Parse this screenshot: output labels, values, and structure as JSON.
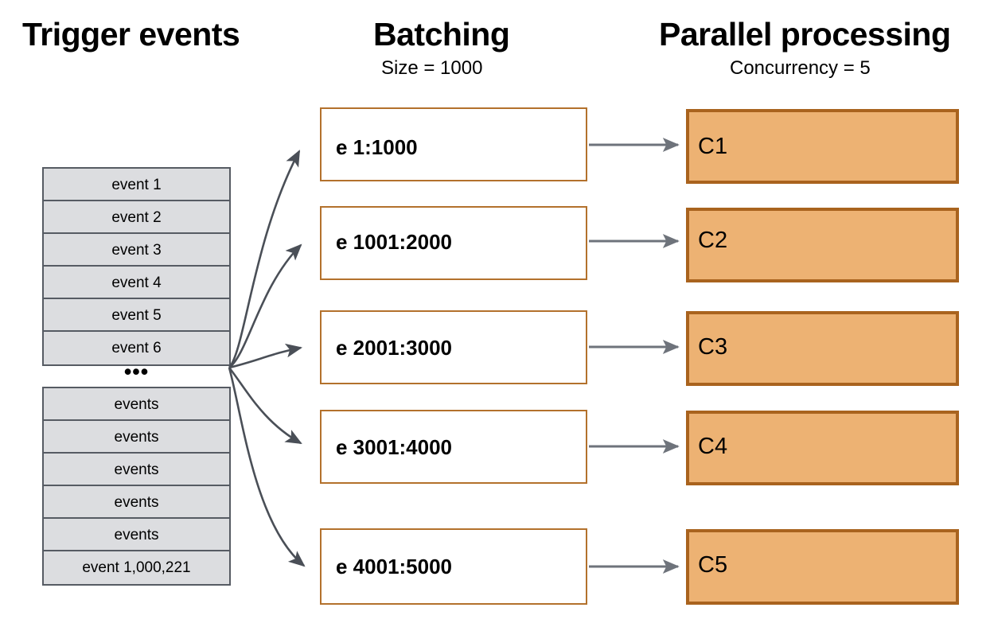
{
  "columns": {
    "trigger": {
      "title": "Trigger events"
    },
    "batching": {
      "title": "Batching",
      "subtitle": "Size = 1000"
    },
    "parallel": {
      "title": "Parallel processing",
      "subtitle": "Concurrency = 5"
    }
  },
  "event_list": {
    "top_rows": [
      "event 1",
      "event 2",
      "event 3",
      "event 4",
      "event 5",
      "event 6"
    ],
    "ellipsis": "•••",
    "bottom_rows": [
      "events",
      "events",
      "events",
      "events",
      "events",
      "event 1,000,221"
    ]
  },
  "batches": [
    {
      "label": "e 1:1000"
    },
    {
      "label": "e 1001:2000"
    },
    {
      "label": "e 2001:3000"
    },
    {
      "label": "e 3001:4000"
    },
    {
      "label": "e 4001:5000"
    }
  ],
  "concurrency": [
    {
      "label": "C1"
    },
    {
      "label": "C2"
    },
    {
      "label": "C3"
    },
    {
      "label": "C4"
    },
    {
      "label": "C5"
    }
  ],
  "colors": {
    "batch_border": "#b3712c",
    "batch_fill": "#ffffff",
    "concurrency_border": "#a9631e",
    "concurrency_fill": "#edb273",
    "event_fill": "#dcdde0",
    "event_border": "#565b63",
    "fan_arrow": "#4a4f57",
    "link_arrow": "#6e737b",
    "text": "#000000",
    "background": "#ffffff"
  }
}
